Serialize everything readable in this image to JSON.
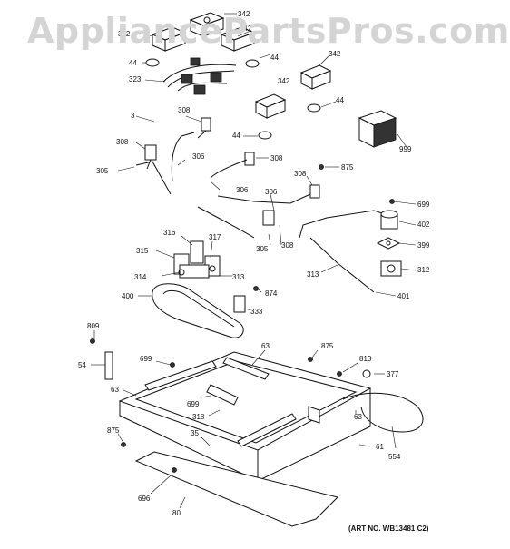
{
  "watermark": "AppliancePartsPros.com",
  "art_number": "(ART NO. WB13481 C2)",
  "callouts": {
    "c342a": "342",
    "c342b": "342",
    "c342c": "342",
    "c342d": "342",
    "c342e": "342",
    "c44a": "44",
    "c44b": "44",
    "c44c": "44",
    "c44d": "44",
    "c323": "323",
    "c3": "3",
    "c308a": "308",
    "c308b": "308",
    "c308c": "308",
    "c308d": "308",
    "c308e": "308",
    "c306a": "306",
    "c306b": "306",
    "c306c": "306",
    "c305a": "305",
    "c305b": "305",
    "c999": "999",
    "c875a": "875",
    "c875b": "875",
    "c875c": "875",
    "c699a": "699",
    "c699b": "699",
    "c699c": "699",
    "c402": "402",
    "c399": "399",
    "c312": "312",
    "c401": "401",
    "c313a": "313",
    "c313b": "313",
    "c316": "316",
    "c317": "317",
    "c315": "315",
    "c314": "314",
    "c874": "874",
    "c400": "400",
    "c333": "333",
    "c809": "809",
    "c54": "54",
    "c63a": "63",
    "c63b": "63",
    "c63c": "63",
    "c813": "813",
    "c377": "377",
    "c318": "318",
    "c35": "35",
    "c61": "61",
    "c554": "554",
    "c696": "696",
    "c80": "80"
  }
}
